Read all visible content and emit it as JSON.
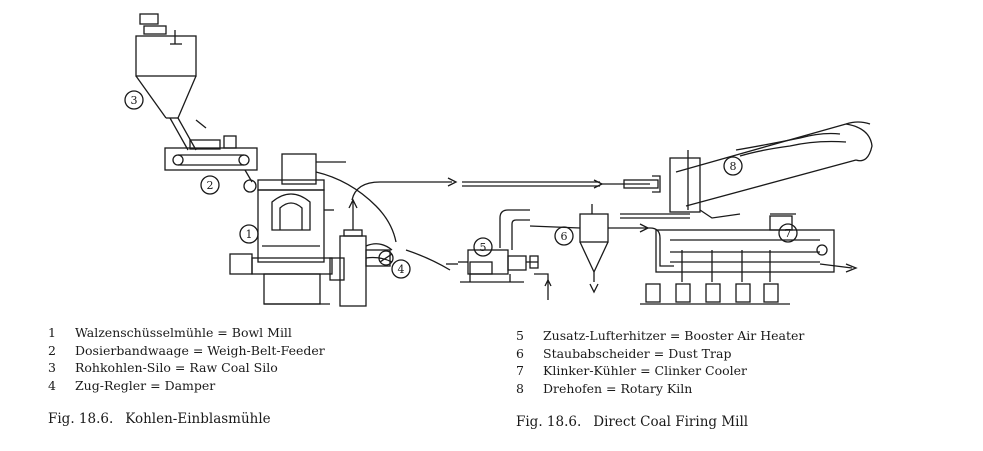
{
  "diagram": {
    "markers": [
      "3",
      "2",
      "1",
      "4",
      "5",
      "6",
      "8",
      "7"
    ]
  },
  "legend_left": [
    {
      "num": "1",
      "text": "Walzenschüsselmühle = Bowl Mill"
    },
    {
      "num": "2",
      "text": "Dosierbandwaage = Weigh-Belt-Feeder"
    },
    {
      "num": "3",
      "text": "Rohkohlen-Silo = Raw Coal Silo"
    },
    {
      "num": "4",
      "text": "Zug-Regler = Damper"
    }
  ],
  "legend_right": [
    {
      "num": "5",
      "text": "Zusatz-Lufterhitzer = Booster Air Heater"
    },
    {
      "num": "6",
      "text": "Staubabscheider = Dust Trap"
    },
    {
      "num": "7",
      "text": "Klinker-Kühler = Clinker Cooler"
    },
    {
      "num": "8",
      "text": "Drehofen = Rotary Kiln"
    }
  ],
  "caption_left": {
    "label": "Fig. 18.6.",
    "text": "Kohlen-Einblasmühle"
  },
  "caption_right": {
    "label": "Fig. 18.6.",
    "text": "Direct Coal Firing Mill"
  }
}
